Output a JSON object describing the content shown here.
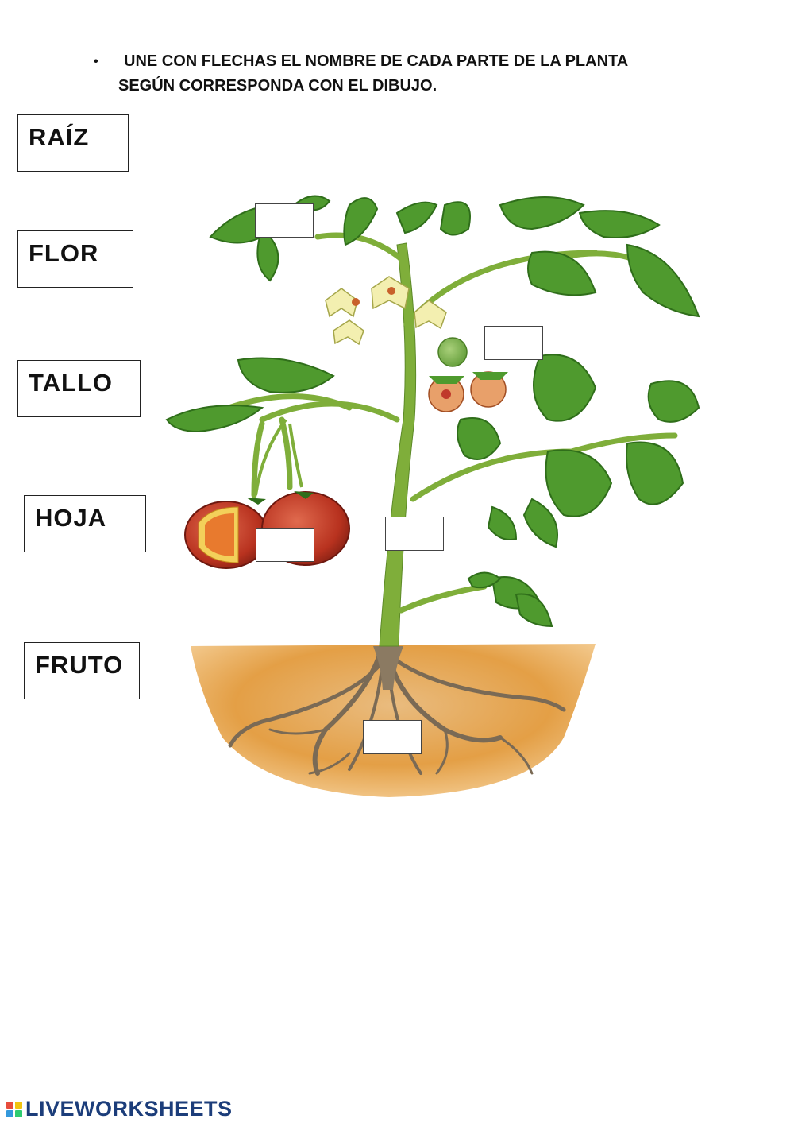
{
  "instruction": {
    "bullet": "•",
    "line1": "UNE CON FLECHAS  EL NOMBRE DE CADA PARTE DE LA PLANTA",
    "line2": "SEGÚN CORRESPONDA  CON EL DIBUJO."
  },
  "labels": [
    "RAÍZ",
    "FLOR",
    "TALLO",
    "HOJA",
    "FRUTO"
  ],
  "footer": {
    "brand": "LIVEWORKSHEETS"
  },
  "colors": {
    "leaf": "#4f9a2e",
    "leaf_dark": "#2f6e1a",
    "stem": "#7fae3a",
    "tomato": "#c0392b",
    "soil": "#e29a3c",
    "root": "#7a6a55",
    "brand": "#1c3d7a"
  }
}
